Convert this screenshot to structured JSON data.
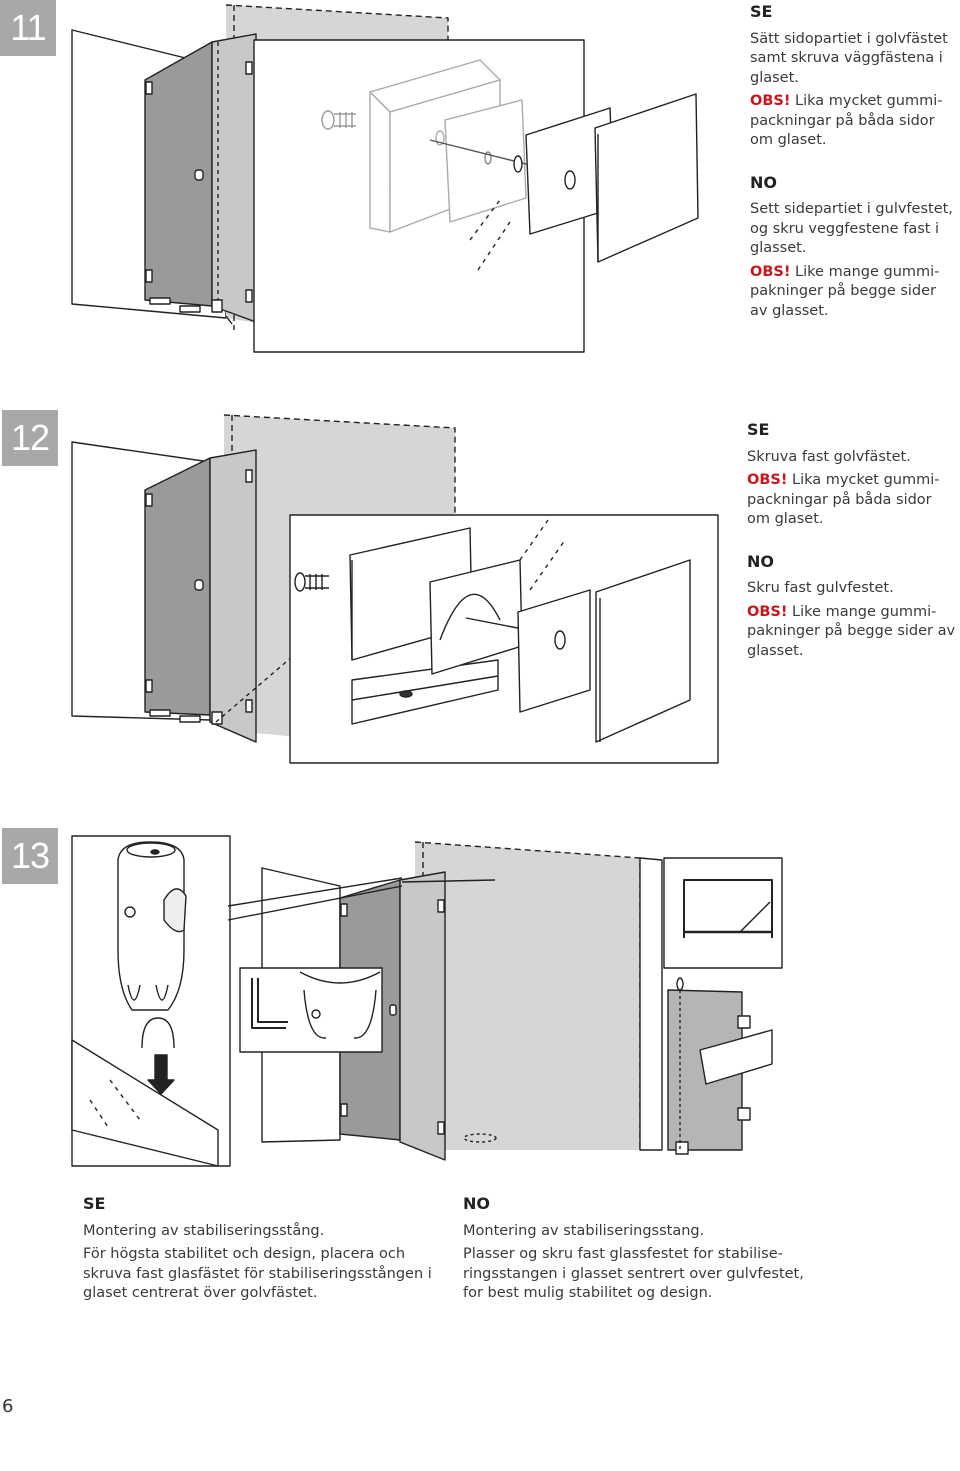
{
  "step11": {
    "number": "11",
    "se": {
      "lang": "SE",
      "line1": "Sätt sidopartiet i golvfästet samt skruva väggfästena i glaset.",
      "obs": "OBS!",
      "obs_text": " Lika mycket gummi-packningar på båda sidor om glaset."
    },
    "no": {
      "lang": "NO",
      "line1": "Sett sidepartiet i gulvfestet, og skru veggfestene fast i glasset.",
      "obs": "OBS!",
      "obs_text": " Like mange gummi-pakninger på begge sider av glasset."
    }
  },
  "step12": {
    "number": "12",
    "se": {
      "lang": "SE",
      "line1": "Skruva fast golvfästet.",
      "obs": "OBS!",
      "obs_text": " Lika mycket gummi-packningar på båda sidor om glaset."
    },
    "no": {
      "lang": "NO",
      "line1": "Skru fast gulvfestet.",
      "obs": "OBS!",
      "obs_text": " Like mange gummi-pakninger på begge sider av glasset."
    }
  },
  "step13": {
    "number": "13",
    "se": {
      "lang": "SE",
      "title": "Montering av stabiliseringsstång.",
      "body": "För högsta stabilitet och design, placera och skruva fast glasfästet för stabiliseringsstången i glaset centrerat över golvfästet."
    },
    "no": {
      "lang": "NO",
      "title": "Montering av stabiliseringsstang.",
      "body": "Plasser og skru fast glassfestet for stabilise-ringsstangen i glasset sentrert over gulvfestet, for best mulig stabilitet og design."
    }
  },
  "page_number": "6"
}
